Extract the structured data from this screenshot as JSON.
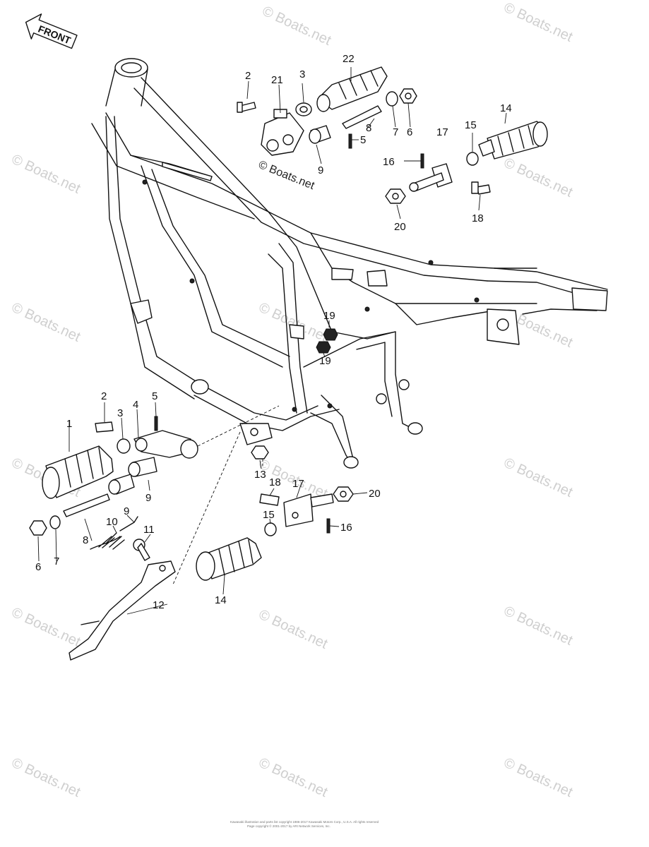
{
  "front_arrow": {
    "label": "FRONT"
  },
  "watermark": {
    "text": "© Boats.net"
  },
  "inline_watermark": {
    "text": "© Boats.net"
  },
  "footer": {
    "line1": "Kawasaki illustration and parts list copyright 1986-2017 Kawasaki Motors Corp., U.S.A. All rights reserved",
    "line2": "Page copyright © 2001-2017 by ARI Network Services, Inc."
  },
  "callouts": {
    "c22": "22",
    "c2_top": "2",
    "c21": "21",
    "c3_top": "3",
    "c8_top": "8",
    "c5_top": "5",
    "c9_top": "9",
    "c7_top": "7",
    "c6_top": "6",
    "c14_top": "14",
    "c15_top": "15",
    "c17_top": "17",
    "c16_top": "16",
    "c18_top": "18",
    "c20_top": "20",
    "c19_a": "19",
    "c19_b": "19",
    "c1": "1",
    "c2_low": "2",
    "c3_low": "3",
    "c4": "4",
    "c5_low": "5",
    "c9_low": "9",
    "c9_spring": "9",
    "c10": "10",
    "c11": "11",
    "c8_low": "8",
    "c6_low": "6",
    "c7_low": "7",
    "c12": "12",
    "c13": "13",
    "c18_low": "18",
    "c17_low": "17",
    "c20_low": "20",
    "c15_low": "15",
    "c16_low": "16",
    "c14_low": "14"
  }
}
